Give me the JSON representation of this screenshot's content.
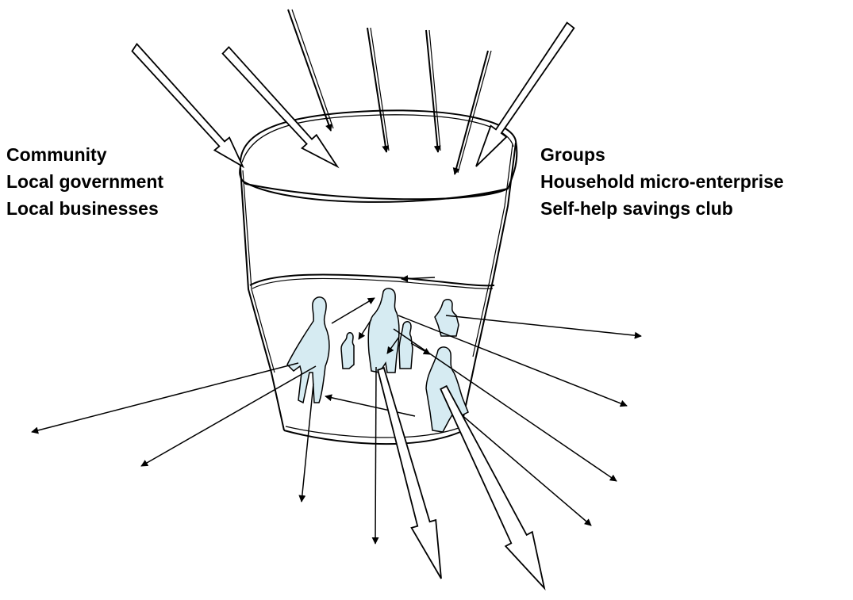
{
  "left_labels": [
    "Community",
    "Local government",
    "Local businesses"
  ],
  "right_labels": [
    "Groups",
    "Household micro-enterprise",
    "Self-help savings club"
  ],
  "colors": {
    "people_fill": "#d6ebf2",
    "stroke": "#000000",
    "background": "#ffffff"
  }
}
